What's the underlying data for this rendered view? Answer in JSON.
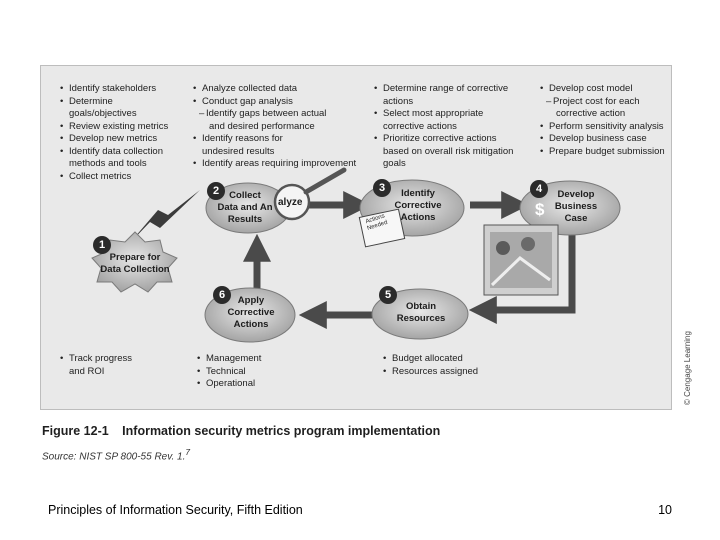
{
  "figure": {
    "columns": [
      {
        "items": [
          {
            "text": "Identify stakeholders",
            "kind": "bullet"
          },
          {
            "text": "Determine",
            "kind": "bullet"
          },
          {
            "text": "goals/objectives",
            "kind": "cont"
          },
          {
            "text": "Review existing metrics",
            "kind": "bullet"
          },
          {
            "text": "Develop new metrics",
            "kind": "bullet"
          },
          {
            "text": "Identify data collection",
            "kind": "bullet"
          },
          {
            "text": "methods and tools",
            "kind": "cont"
          },
          {
            "text": "Collect metrics",
            "kind": "bullet"
          }
        ]
      },
      {
        "items": [
          {
            "text": "Analyze collected data",
            "kind": "bullet"
          },
          {
            "text": "Conduct gap analysis",
            "kind": "bullet"
          },
          {
            "text": "Identify gaps between actual",
            "kind": "sub"
          },
          {
            "text": "and desired performance",
            "kind": "cont-sub"
          },
          {
            "text": "Identify reasons for",
            "kind": "bullet"
          },
          {
            "text": "undesired results",
            "kind": "cont"
          },
          {
            "text": "Identify areas requiring improvement",
            "kind": "bullet"
          }
        ]
      },
      {
        "items": [
          {
            "text": "Determine range of corrective",
            "kind": "bullet"
          },
          {
            "text": "actions",
            "kind": "cont"
          },
          {
            "text": "Select most appropriate",
            "kind": "bullet"
          },
          {
            "text": "corrective actions",
            "kind": "cont"
          },
          {
            "text": "Prioritize corrective actions",
            "kind": "bullet"
          },
          {
            "text": "based on overall risk mitigation",
            "kind": "cont"
          },
          {
            "text": "goals",
            "kind": "cont"
          }
        ]
      },
      {
        "items": [
          {
            "text": "Develop cost model",
            "kind": "bullet"
          },
          {
            "text": "Project cost for each",
            "kind": "sub"
          },
          {
            "text": "corrective action",
            "kind": "cont-sub"
          },
          {
            "text": "Perform sensitivity analysis",
            "kind": "bullet"
          },
          {
            "text": "Develop business case",
            "kind": "bullet"
          },
          {
            "text": "Prepare budget submission",
            "kind": "bullet"
          }
        ]
      }
    ],
    "bottom_lists": [
      {
        "items": [
          "Track progress",
          "and ROI"
        ]
      },
      {
        "items": [
          "Management",
          "Technical",
          "Operational"
        ]
      },
      {
        "items": [
          "Budget allocated",
          "Resources assigned"
        ]
      }
    ],
    "steps": [
      {
        "num": "1",
        "lines": [
          "Prepare for",
          "Data Collection"
        ]
      },
      {
        "num": "2",
        "lines": [
          "Collect",
          "Data and An",
          "Results"
        ]
      },
      {
        "num": "3",
        "lines": [
          "Identify",
          "Corrective",
          "Actions"
        ]
      },
      {
        "num": "4",
        "lines": [
          "Develop",
          "Business",
          "Case"
        ]
      },
      {
        "num": "5",
        "lines": [
          "Obtain",
          "Resources"
        ]
      },
      {
        "num": "6",
        "lines": [
          "Apply",
          "Corrective",
          "Actions"
        ]
      }
    ],
    "magnifier_text": "alyze",
    "note_text": [
      "Actions",
      "Needed"
    ],
    "dollar_symbol": "$",
    "credit": "© Cengage Learning",
    "caption": {
      "number": "Figure 12-1",
      "title": "Information security metrics program implementation"
    },
    "source": "Source: NIST SP 800-55 Rev. 1.",
    "source_sup": "7"
  },
  "footer": {
    "left": "Principles of Information Security, Fifth Edition",
    "right": "10"
  },
  "colors": {
    "frame": "#e9e9e9",
    "ellipse": "#b5b5b5",
    "arrow": "#4a4a4a"
  }
}
